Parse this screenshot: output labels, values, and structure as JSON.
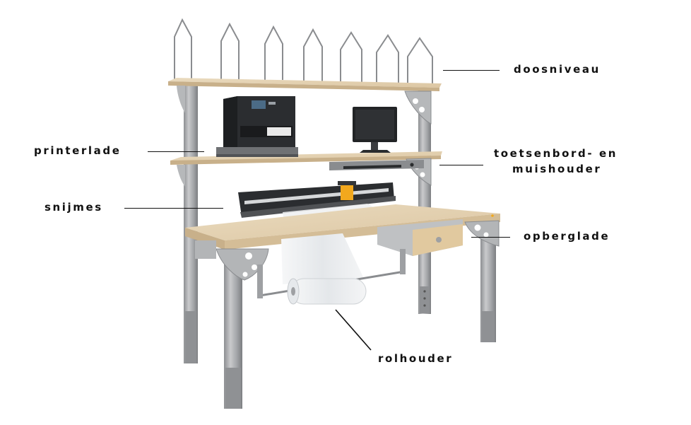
{
  "colors": {
    "wood": "#e3cfae",
    "wood_edge": "#c8b08a",
    "metal": "#a9aaac",
    "metal_dark": "#7f8184",
    "printer": "#2b2d30",
    "accent": "#f2a81d",
    "line": "#111111",
    "film": "#eef0f1"
  },
  "labels": {
    "doosniveau": "doosniveau",
    "printerlade": "printerlade",
    "toetsenbord_line1": "toetsenbord- en",
    "toetsenbord_line2": "muishouder",
    "snijmes": "snijmes",
    "opberglade": "opberglade",
    "rolhouder": "rolhouder"
  }
}
